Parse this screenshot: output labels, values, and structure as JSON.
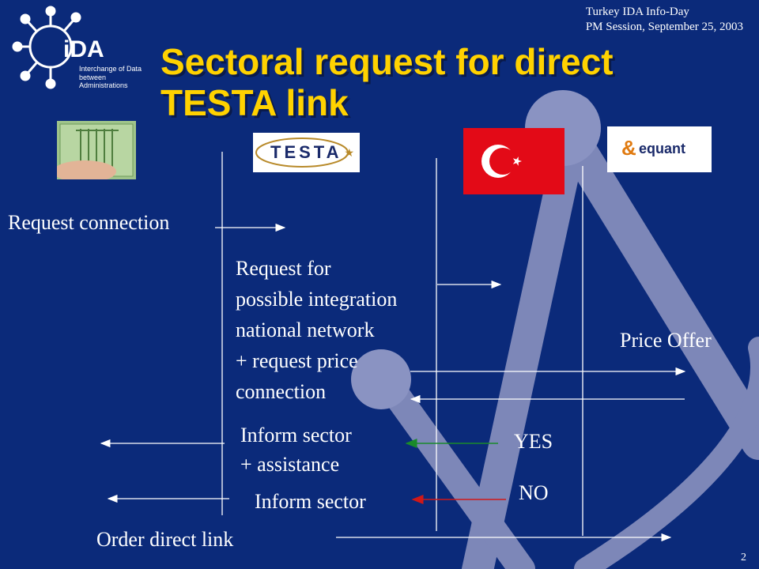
{
  "header": {
    "line1": "Turkey IDA Info-Day",
    "line2": "PM Session, September 25, 2003"
  },
  "ida_logo": {
    "mark": "iDA",
    "tagline1": "Interchange of Data",
    "tagline2": "between Administrations"
  },
  "title": {
    "line1": "Sectoral request for direct",
    "line2": "TESTA link"
  },
  "logos": {
    "testa": "TESTA",
    "equant": "equant"
  },
  "labels": {
    "request_connection": "Request connection",
    "request_for_lines": [
      "Request for",
      "possible integration",
      "national network",
      "+ request price",
      "connection"
    ],
    "price_offer": "Price Offer",
    "inform_assist_lines": [
      "Inform sector",
      "+ assistance"
    ],
    "yes": "YES",
    "no": "NO",
    "inform_sector": "Inform sector",
    "order_direct_link": "Order direct link"
  },
  "colors": {
    "background": "#0b2a7a",
    "title": "#ffd200",
    "yes_arrow": "#1a8a2a",
    "no_arrow": "#d01818"
  },
  "page_number": "2"
}
